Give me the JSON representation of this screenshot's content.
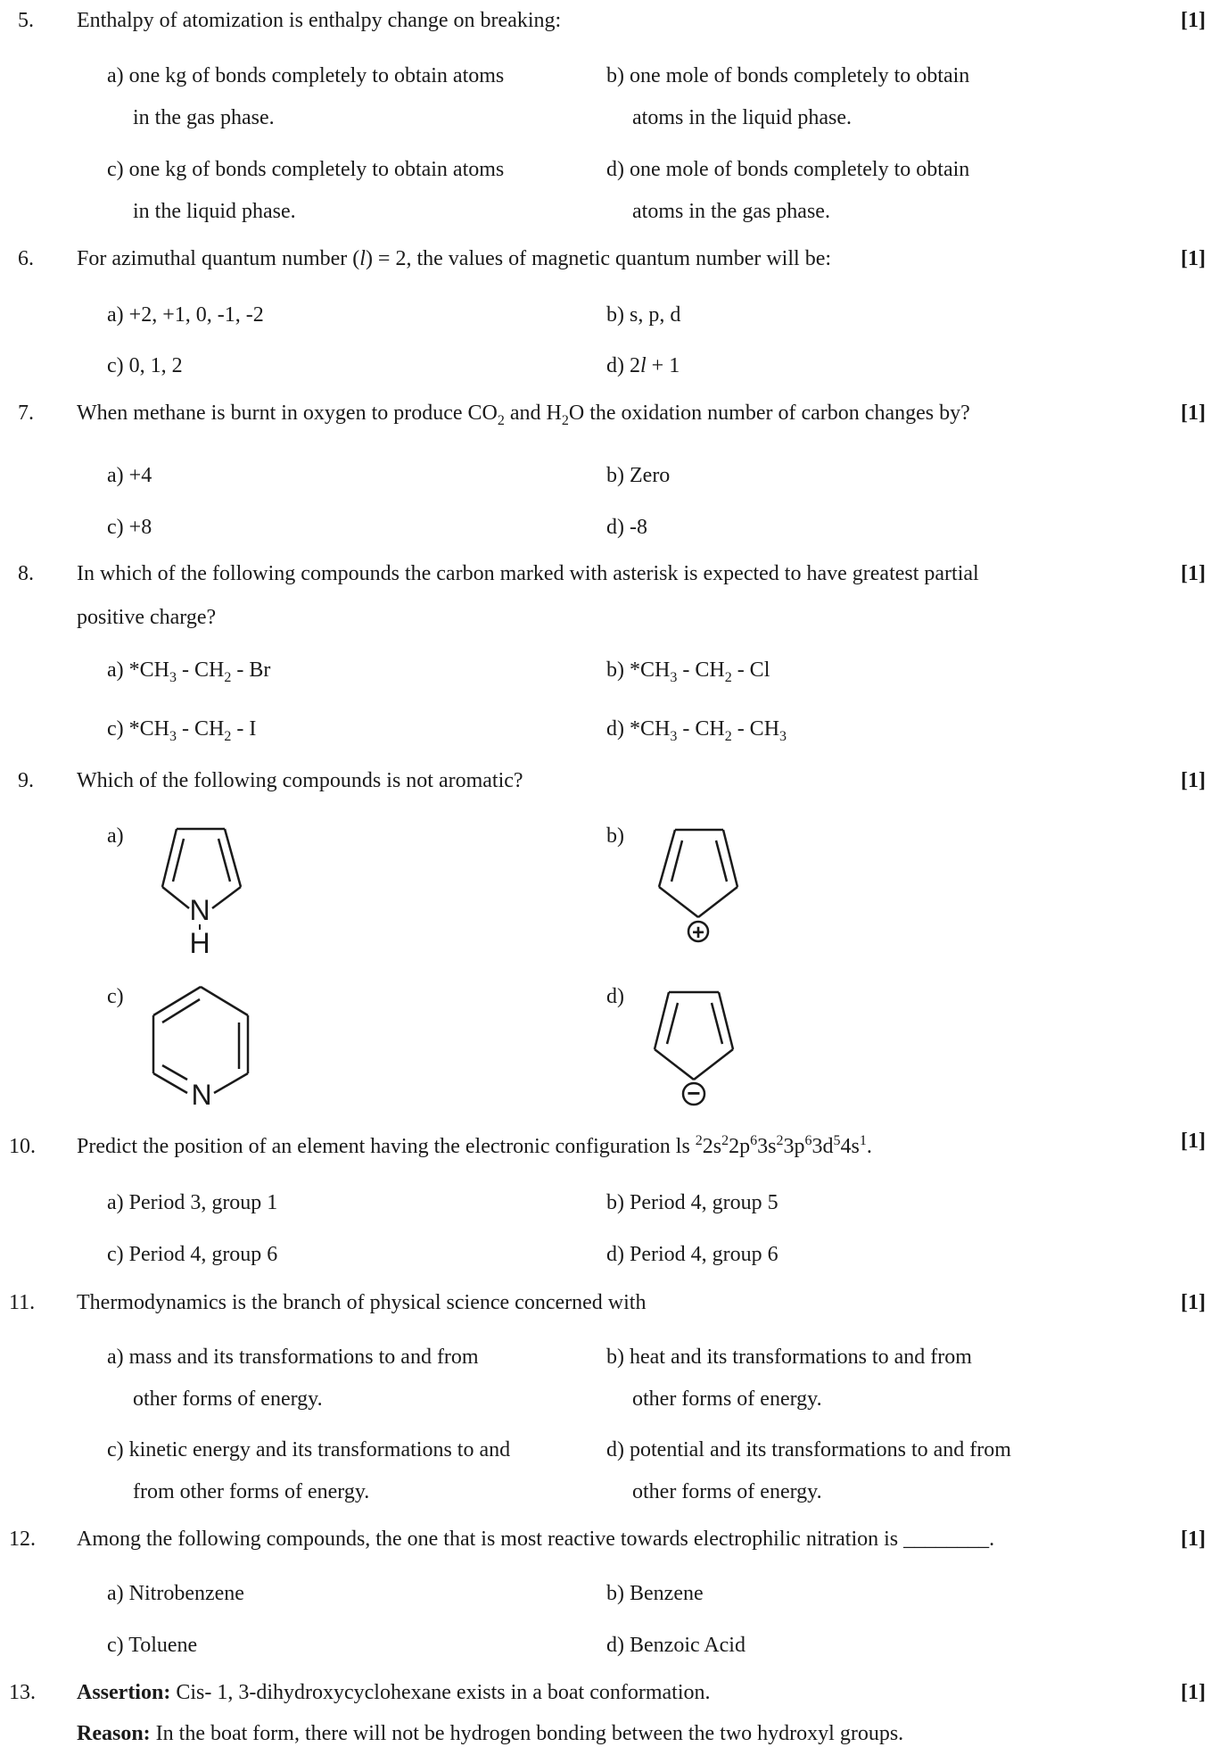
{
  "questions": [
    {
      "num": "5.",
      "text": "Enthalpy of atomization is enthalpy change on breaking:",
      "marks": "[1]",
      "options": [
        {
          "label": "a)",
          "line1": "one kg of bonds completely to obtain atoms",
          "line2": "in the gas phase."
        },
        {
          "label": "b)",
          "line1": "one mole of bonds completely to obtain",
          "line2": "atoms in the liquid phase."
        },
        {
          "label": "c)",
          "line1": "one kg of bonds completely to obtain atoms",
          "line2": "in the liquid phase."
        },
        {
          "label": "d)",
          "line1": "one mole of bonds completely to obtain",
          "line2": "atoms in the gas phase."
        }
      ]
    },
    {
      "num": "6.",
      "text_pre": "For azimuthal quantum number (",
      "text_var": "l",
      "text_post": ") = 2, the values of magnetic quantum number will be:",
      "marks": "[1]",
      "options": [
        {
          "label": "a)",
          "line1": "+2, +1, 0, -1, -2"
        },
        {
          "label": "b)",
          "line1": "s, p, d"
        },
        {
          "label": "c)",
          "line1": "0, 1, 2"
        },
        {
          "label": "d)",
          "pre": "2",
          "var": "l",
          "post": " + 1"
        }
      ]
    },
    {
      "num": "7.",
      "text_a": "When methane is burnt in oxygen to produce CO",
      "sub1": "2",
      "text_b": " and H",
      "sub2": "2",
      "text_c": "O the oxidation number of carbon changes by?",
      "marks": "[1]",
      "options": [
        {
          "label": "a)",
          "line1": "+4"
        },
        {
          "label": "b)",
          "line1": "Zero"
        },
        {
          "label": "c)",
          "line1": "+8"
        },
        {
          "label": "d)",
          "line1": "-8"
        }
      ]
    },
    {
      "num": "8.",
      "line1": "In which of the following compounds the carbon marked with asterisk is expected to have greatest partial",
      "line2": "positive charge?",
      "marks": "[1]",
      "options": [
        {
          "label": "a)",
          "p1": "*CH",
          "s1": "3",
          "p2": " - CH",
          "s2": "2",
          "p3": " - Br"
        },
        {
          "label": "b)",
          "p1": "*CH",
          "s1": "3",
          "p2": " - CH",
          "s2": "2",
          "p3": " - Cl"
        },
        {
          "label": "c)",
          "p1": "*CH",
          "s1": "3",
          "p2": " - CH",
          "s2": "2",
          "p3": " - I"
        },
        {
          "label": "d)",
          "p1": "*CH",
          "s1": "3",
          "p2": " - CH",
          "s2": "2",
          "p3": " - CH",
          "s3": "3"
        }
      ]
    },
    {
      "num": "9.",
      "text": "Which of the following compounds is not aromatic?",
      "marks": "[1]",
      "options": [
        {
          "label": "a)",
          "atom": "N",
          "atom2": "H"
        },
        {
          "label": "b)",
          "charge": "+"
        },
        {
          "label": "c)",
          "atom": "N"
        },
        {
          "label": "d)",
          "charge": "−"
        }
      ]
    },
    {
      "num": "10.",
      "text_pre": "Predict the position of an element having the electronic configuration ls ",
      "config": [
        {
          "t": "",
          "s": "2"
        },
        {
          "t": "2s",
          "s": "2"
        },
        {
          "t": "2p",
          "s": "6"
        },
        {
          "t": "3s",
          "s": "2"
        },
        {
          "t": "3p",
          "s": "6"
        },
        {
          "t": "3d",
          "s": "5"
        },
        {
          "t": "4s",
          "s": "1"
        }
      ],
      "text_post": ".",
      "marks": "[1]",
      "options": [
        {
          "label": "a)",
          "line1": "Period 3, group 1"
        },
        {
          "label": "b)",
          "line1": "Period 4, group 5"
        },
        {
          "label": "c)",
          "line1": "Period 4, group 6"
        },
        {
          "label": "d)",
          "line1": "Period 4, group 6"
        }
      ]
    },
    {
      "num": "11.",
      "text": "Thermodynamics is the branch of physical science concerned with",
      "marks": "[1]",
      "options": [
        {
          "label": "a)",
          "line1": "mass and its transformations to and from",
          "line2": "other forms of energy."
        },
        {
          "label": "b)",
          "line1": "heat and its transformations to and from",
          "line2": "other forms of energy."
        },
        {
          "label": "c)",
          "line1": "kinetic energy and its transformations to and",
          "line2": "from other forms of energy."
        },
        {
          "label": "d)",
          "line1": "potential and its transformations to and from",
          "line2": "other forms of energy."
        }
      ]
    },
    {
      "num": "12.",
      "text": "Among the following compounds, the one that is most reactive towards electrophilic nitration is ________.",
      "marks": "[1]",
      "options": [
        {
          "label": "a)",
          "line1": "Nitrobenzene"
        },
        {
          "label": "b)",
          "line1": "Benzene"
        },
        {
          "label": "c)",
          "line1": "Toluene"
        },
        {
          "label": "d)",
          "line1": "Benzoic Acid"
        }
      ]
    },
    {
      "num": "13.",
      "assertion_label": "Assertion:",
      "assertion_text": " Cis- 1, 3-dihydroxycyclohexane exists in a boat conformation.",
      "reason_label": "Reason:",
      "reason_text": " In the boat form, there will not be hydrogen bonding between the two hydroxyl groups.",
      "marks": "[1]"
    }
  ]
}
